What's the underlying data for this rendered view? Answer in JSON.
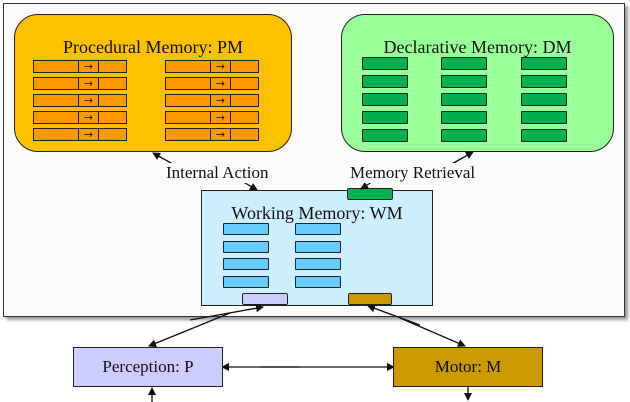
{
  "modules": {
    "procedural": {
      "title": "Procedural Memory: PM",
      "color": "#ffc000",
      "rule_color": "#ff9900",
      "rule_arrow": "→",
      "rule_columns": 2,
      "rules_per_column": 5
    },
    "declarative": {
      "title": "Declarative Memory: DM",
      "color": "#99ff99",
      "chunk_color": "#00b050",
      "chunk_columns": 3,
      "chunks_per_column": 5
    },
    "working": {
      "title": "Working Memory: WM",
      "color": "#cceeff",
      "chunk_color": "#66ccff",
      "chunk_columns": 2,
      "chunks_per_column": 4,
      "buffers": {
        "retrieval": "#00b050",
        "perceptual": "#ccccff",
        "motor": "#cc9900"
      }
    },
    "perception": {
      "title": "Perception: P",
      "color": "#ccccff"
    },
    "motor": {
      "title": "Motor: M",
      "color": "#cc9900"
    }
  },
  "connections": {
    "internal_action": "Internal Action",
    "memory_retrieval": "Memory Retrieval"
  }
}
